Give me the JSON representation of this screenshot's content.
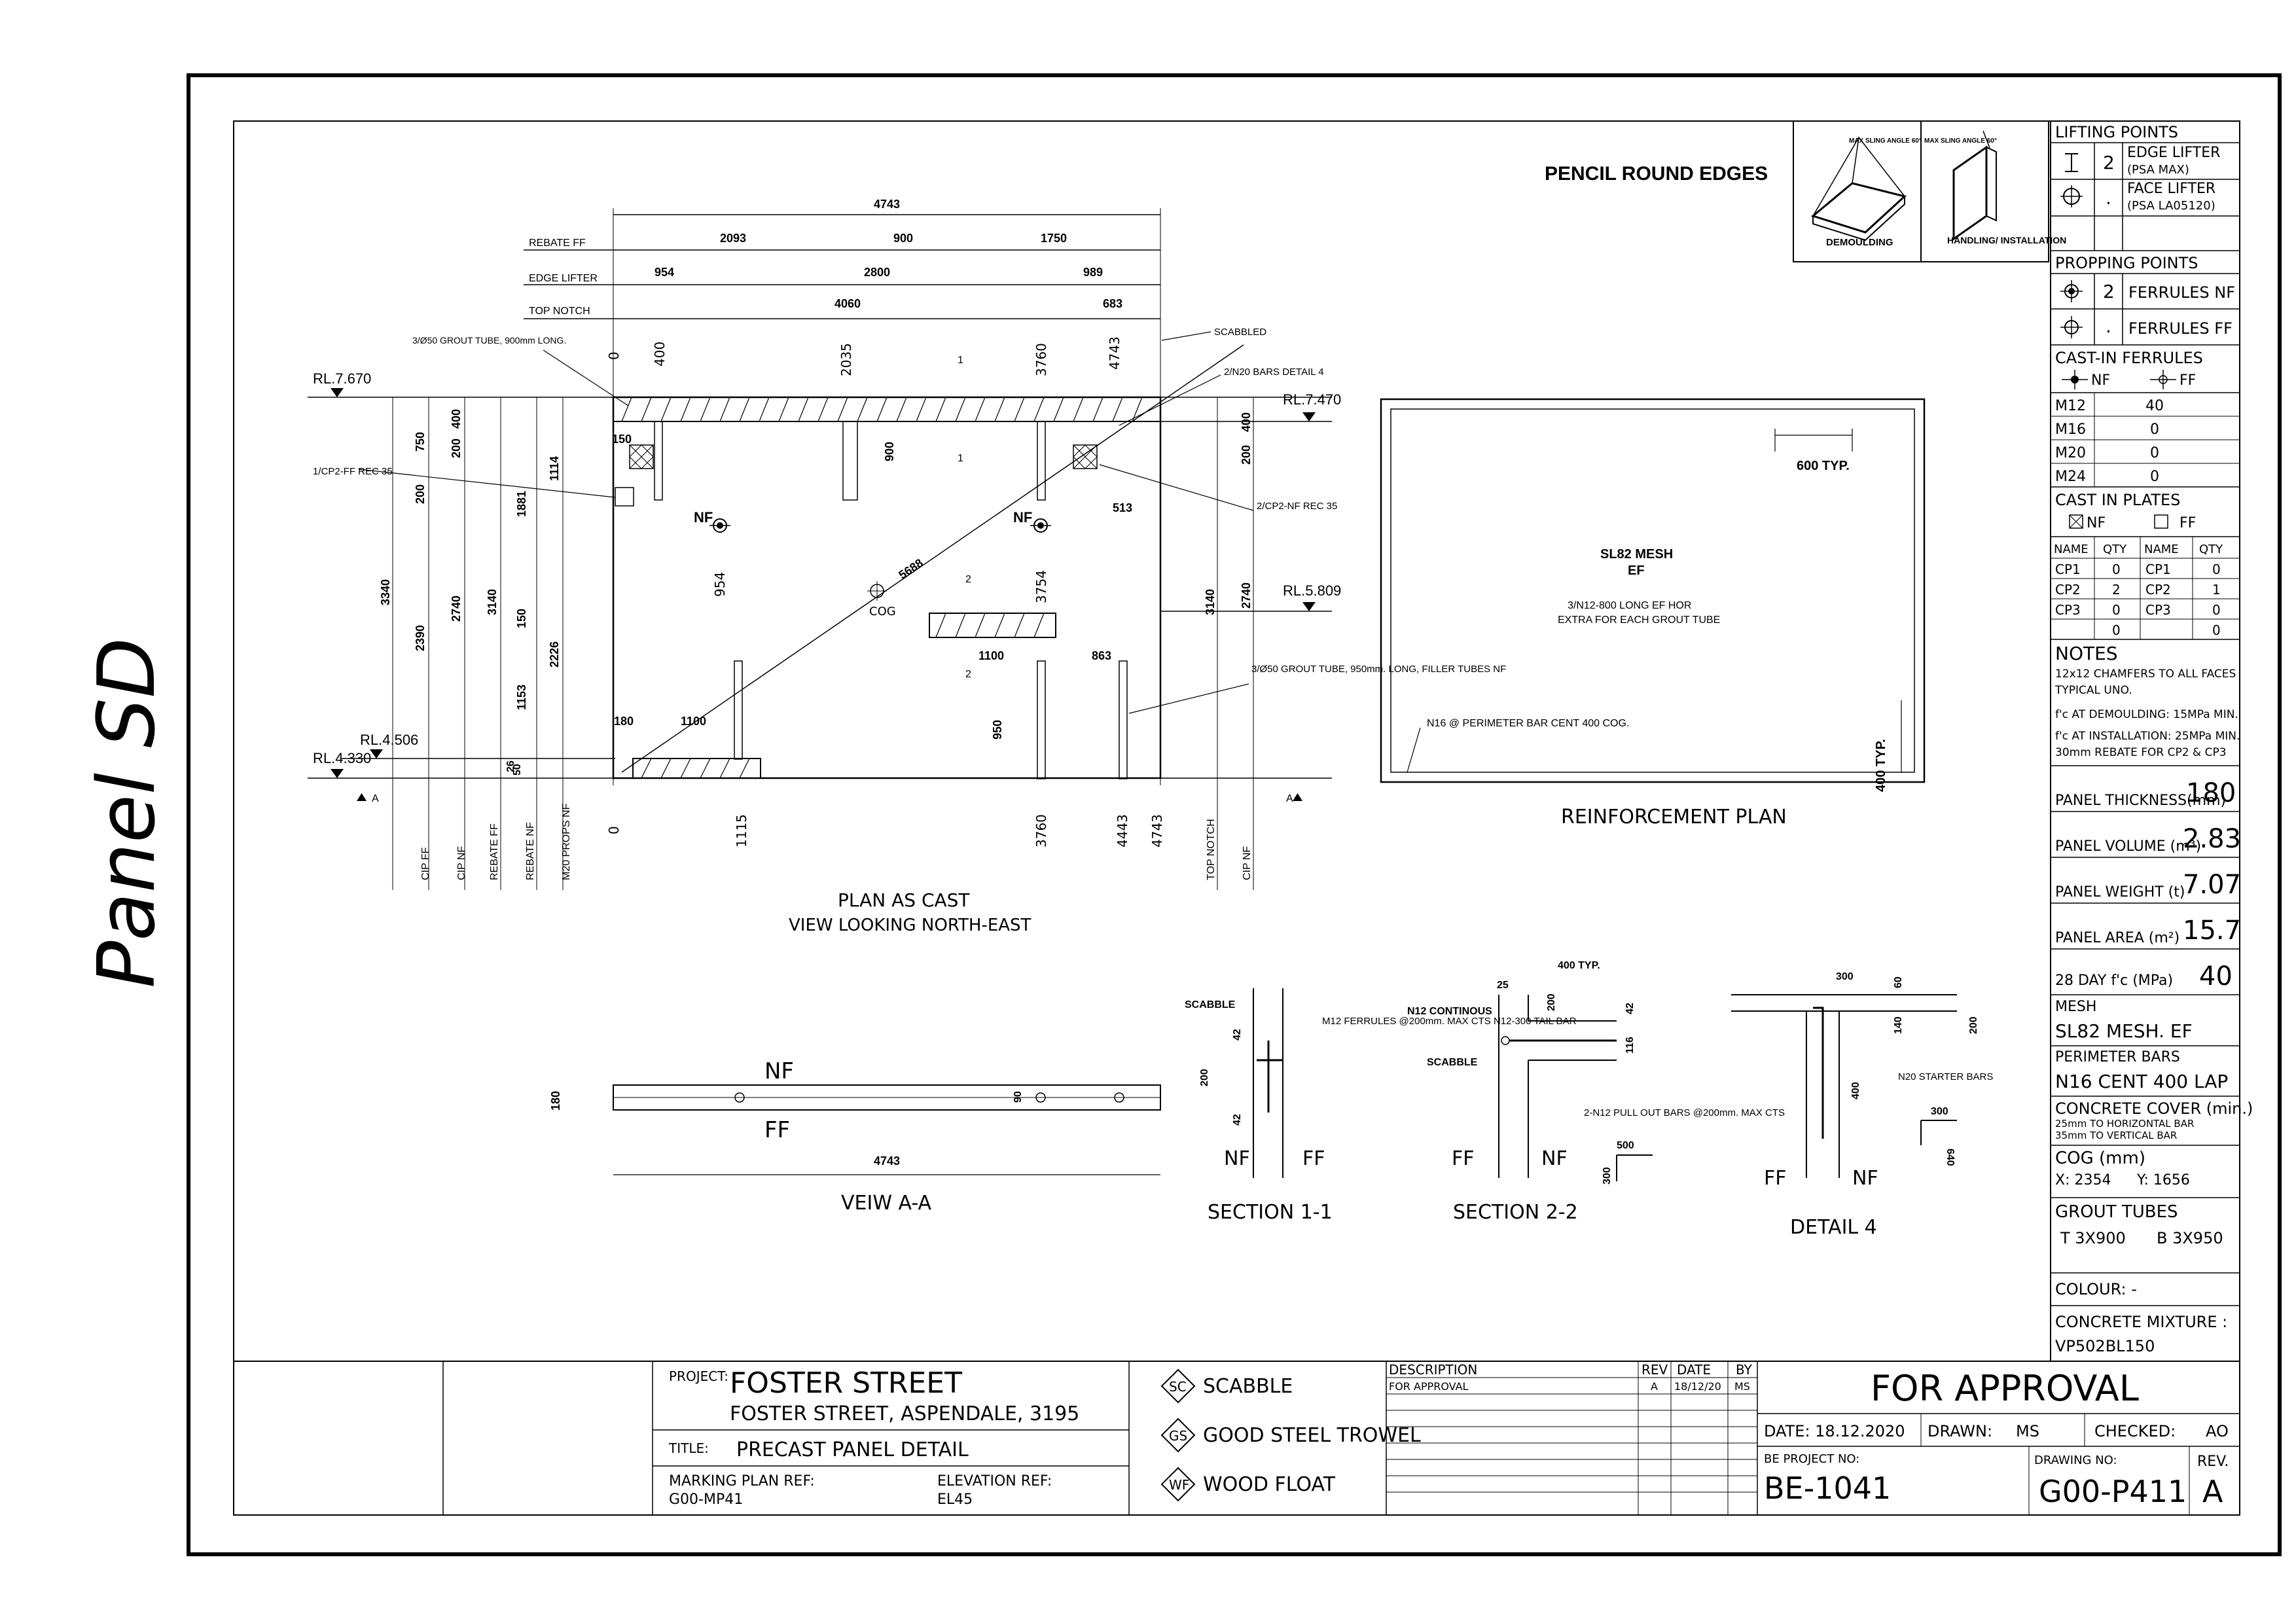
{
  "sheet_label": "Panel SD",
  "header": {
    "pencil_round_edges": "PENCIL ROUND EDGES",
    "demoulding_label": "DEMOULDING",
    "handling_label": "HANDLING/ INSTALLATION",
    "sling_note": "MAX SLING ANGLE 60°"
  },
  "plan": {
    "title": "PLAN AS CAST",
    "subtitle": "VIEW LOOKING NORTH-EAST",
    "overall_width": "4743",
    "rebate_ff_label": "REBATE FF",
    "rebate_ff_dims": [
      "2093",
      "900",
      "1750"
    ],
    "edge_lifter_label": "EDGE LIFTER",
    "edge_lifter_dims": [
      "954",
      "2800",
      "989"
    ],
    "top_notch_label": "TOP NOTCH",
    "top_notch_dims": [
      "4060",
      "683"
    ],
    "rl_top_left": "RL.7.670",
    "rl_top_right": "RL.7.470",
    "rl_mid_right": "RL.5.809",
    "rl_low_left": "RL.4.506",
    "rl_bottom_left": "RL.4.330",
    "grout_tube_note": "3/Ø50 GROUT TUBE, 900mm LONG.",
    "scabbled_note": "SCABBLED",
    "bars_note": "2/N20 BARS DETAIL 4",
    "cp2_ff_note": "1/CP2-FF REC 35",
    "cp2_nf_note": "2/CP2-NF REC 35",
    "grout_tube_note_2": "3/Ø50 GROUT TUBE, 950mm. LONG, FILLER TUBES NF",
    "nf_label": "NF",
    "cog_label": "COG",
    "diagonal": "5688",
    "section_mark_a": "A",
    "section_1": "1",
    "section_2": "2",
    "top_ords": [
      "0",
      "400",
      "2035",
      "3760",
      "4743"
    ],
    "bottom_ords": [
      "0",
      "1115",
      "3760",
      "4443",
      "4743"
    ],
    "vertical_left_dims": [
      "3340",
      "750",
      "200",
      "2390",
      "400",
      "2740",
      "200",
      "3140",
      "1881",
      "150",
      "1153",
      "26",
      "1114",
      "2226"
    ],
    "vertical_right_dims": [
      "400",
      "200",
      "3140",
      "2740"
    ],
    "interior_dims": [
      "150",
      "900",
      "513",
      "954",
      "3754",
      "1100",
      "863",
      "950",
      "180",
      "1100",
      "50"
    ],
    "bottom_tags": [
      "CIP FF",
      "CIP NF",
      "REBATE FF",
      "REBATE NF",
      "M20 PROPS NF",
      "TOP NOTCH",
      "CIP NF"
    ]
  },
  "reinforcement": {
    "title": "REINFORCEMENT PLAN",
    "mesh": "SL82 MESH",
    "mesh_face": "EF",
    "extra_note_1": "3/N12-800 LONG EF HOR",
    "extra_note_2": "EXTRA FOR EACH GROUT TUBE",
    "typ_top": "600 TYP.",
    "typ_side": "400 TYP.",
    "perimeter_note": "N16 @ PERIMETER BAR CENT 400 COG."
  },
  "view_aa": {
    "title": "VEIW A-A",
    "nf": "NF",
    "ff": "FF",
    "width": "4743",
    "thickness": "180",
    "dim_90": "90"
  },
  "section_11": {
    "title": "SECTION 1-1",
    "scabble": "SCABBLE",
    "note": "M12 FERRULES @200mm. MAX CTS N12-300 TAIL BAR",
    "dims": [
      "42",
      "200",
      "42"
    ],
    "nf": "NF",
    "ff": "FF"
  },
  "section_22": {
    "title": "SECTION 2-2",
    "dim_400": "400 TYP.",
    "dim_25": "25",
    "dim_200": "200",
    "dim_42": "42",
    "dim_116": "116",
    "n12": "N12 CONTINOUS",
    "scabble": "SCABBLE",
    "pullout": "2-N12 PULL OUT BARS @200mm. MAX CTS",
    "dim_500": "500",
    "dim_300": "300",
    "nf": "NF",
    "ff": "FF"
  },
  "detail_4": {
    "title": "DETAIL 4",
    "dim_300": "300",
    "dim_60": "60",
    "dim_140": "140",
    "dim_200": "200",
    "dim_400": "400",
    "starter": "N20 STARTER BARS",
    "dim_300b": "300",
    "dim_640": "640",
    "nf": "NF",
    "ff": "FF"
  },
  "side_table": {
    "lifting_points": "LIFTING POINTS",
    "edge_lifter_qty": "2",
    "edge_lifter": "EDGE LIFTER",
    "edge_lifter_sub": "(PSA MAX)",
    "face_lifter_qty": ".",
    "face_lifter": "FACE LIFTER",
    "face_lifter_sub": "(PSA LA05120)",
    "propping_points": "PROPPING POINTS",
    "ferrules_nf_qty": "2",
    "ferrules_nf": "FERRULES NF",
    "ferrules_ff_qty": ".",
    "ferrules_ff": "FERRULES FF",
    "cast_in_ferrules": "CAST-IN FERRULES",
    "nf_short": "NF",
    "ff_short": "FF",
    "ferrules": [
      {
        "size": "M12",
        "qty": "40"
      },
      {
        "size": "M16",
        "qty": "0"
      },
      {
        "size": "M20",
        "qty": "0"
      },
      {
        "size": "M24",
        "qty": "0"
      }
    ],
    "cast_in_plates": "CAST IN PLATES",
    "plate_headers": [
      "NAME",
      "QTY",
      "NAME",
      "QTY"
    ],
    "plates": [
      [
        "CP1",
        "0",
        "CP1",
        "0"
      ],
      [
        "CP2",
        "2",
        "CP2",
        "1"
      ],
      [
        "CP3",
        "0",
        "CP3",
        "0"
      ],
      [
        "",
        "0",
        "",
        "0"
      ]
    ],
    "notes_title": "NOTES",
    "notes": [
      "12x12 CHAMFERS TO ALL FACES",
      "TYPICAL UNO.",
      "f'c AT DEMOULDING: 15MPa MIN.",
      "f'c AT INSTALLATION: 25MPa MIN.",
      "30mm REBATE FOR CP2 & CP3"
    ],
    "panel_thickness_label": "PANEL THICKNESS(mm)",
    "panel_thickness": "180",
    "panel_volume_label": "PANEL VOLUME (m³)",
    "panel_volume": "2.83",
    "panel_weight_label": "PANEL WEIGHT (t)",
    "panel_weight": "7.07",
    "panel_area_label": "PANEL AREA (m²)",
    "panel_area": "15.7",
    "fc_label": "28 DAY f'c (MPa)",
    "fc": "40",
    "mesh_label": "MESH",
    "mesh": "SL82 MESH. EF",
    "perimeter_label": "PERIMETER BARS",
    "perimeter": "N16 CENT 400 LAP",
    "cover_label": "CONCRETE COVER (min.)",
    "cover_1": "25mm TO HORIZONTAL BAR",
    "cover_2": "35mm TO VERTICAL BAR",
    "cog_label": "COG (mm)",
    "cog_x": "X: 2354",
    "cog_y": "Y: 1656",
    "grout_label": "GROUT TUBES",
    "grout_t": "T 3X900",
    "grout_b": "B 3X950",
    "colour": "COLOUR: -",
    "mixture_label": "CONCRETE MIXTURE :",
    "mixture": "VP502BL150"
  },
  "title_block": {
    "project_label": "PROJECT:",
    "project": "FOSTER STREET",
    "address": "FOSTER STREET, ASPENDALE, 3195",
    "title_label": "TITLE:",
    "title": "PRECAST PANEL DETAIL",
    "marking_label": "MARKING PLAN REF:",
    "marking": "G00-MP41",
    "elevation_label": "ELEVATION REF:",
    "elevation": "EL45",
    "legend": [
      {
        "code": "SC",
        "text": "SCABBLE"
      },
      {
        "code": "GS",
        "text": "GOOD STEEL TROWEL"
      },
      {
        "code": "WF",
        "text": "WOOD FLOAT"
      }
    ],
    "rev_headers": [
      "DESCRIPTION",
      "REV",
      "DATE",
      "BY"
    ],
    "rev_row": [
      "FOR APPROVAL",
      "A",
      "18/12/20",
      "MS"
    ],
    "status": "FOR APPROVAL",
    "date": "DATE: 18.12.2020",
    "drawn_label": "DRAWN:",
    "drawn": "MS",
    "checked_label": "CHECKED:",
    "checked": "AO",
    "be_project_label": "BE PROJECT NO:",
    "be_project": "BE-1041",
    "drawing_no_label": "DRAWING NO:",
    "drawing_no": "G00-P411",
    "rev_label": "REV.",
    "rev": "A"
  }
}
